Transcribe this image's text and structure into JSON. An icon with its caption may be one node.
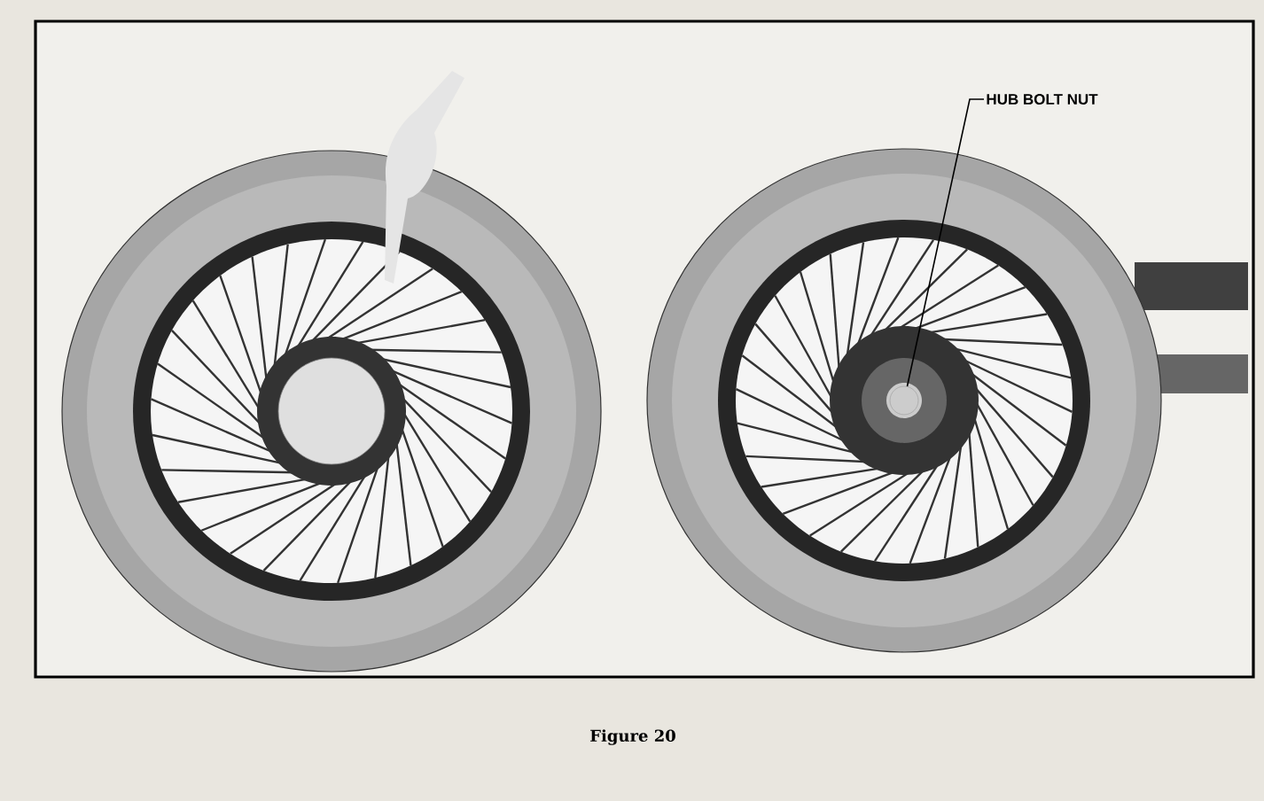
{
  "diagram": {
    "caption": "Figure 20",
    "nodes": [
      {
        "text": [
          "HUB BOLT NUT"
        ]
      },
      {
        "text": [],
        "shape": "circle"
      }
    ],
    "edges": [
      {
        "from": 0,
        "to": 1,
        "arrow": "none"
      }
    ]
  }
}
